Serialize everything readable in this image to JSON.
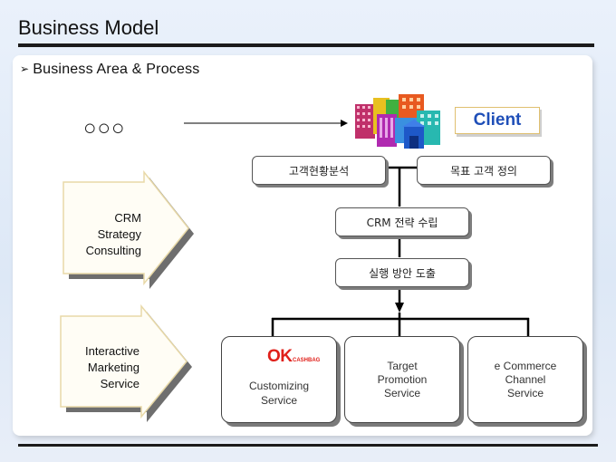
{
  "title": "Business Model",
  "section": {
    "bullet": "➢",
    "label": "Business Area & Process"
  },
  "placeholder": "○○○",
  "client": "Client",
  "process": {
    "current": "고객현황분석",
    "target": "목표 고객 정의",
    "strategy": "CRM 전략 수립",
    "execution": "실행 방안 도출"
  },
  "services": {
    "customizing": {
      "logo_text": "OK",
      "logo_sub": "CASHBAG",
      "line1": "Customizing",
      "line2": "Service"
    },
    "target": {
      "line1": "Target",
      "line2": "Promotion",
      "line3": "Service"
    },
    "ecommerce": {
      "line1": "e Commerce",
      "line2": "Channel",
      "line3": "Service"
    }
  },
  "left_arrows": {
    "crm": {
      "line1": "CRM",
      "line2": "Strategy",
      "line3": "Consulting"
    },
    "interactive": {
      "line1": "Interactive",
      "line2": "Marketing",
      "line3": "Service"
    }
  },
  "colors": {
    "client_text": "#1f4fb8",
    "ok_orange": "#f07b10",
    "ok_red": "#e0201a",
    "arrow_fill": "#fffdf5",
    "arrow_border": "#e8d9a8"
  }
}
